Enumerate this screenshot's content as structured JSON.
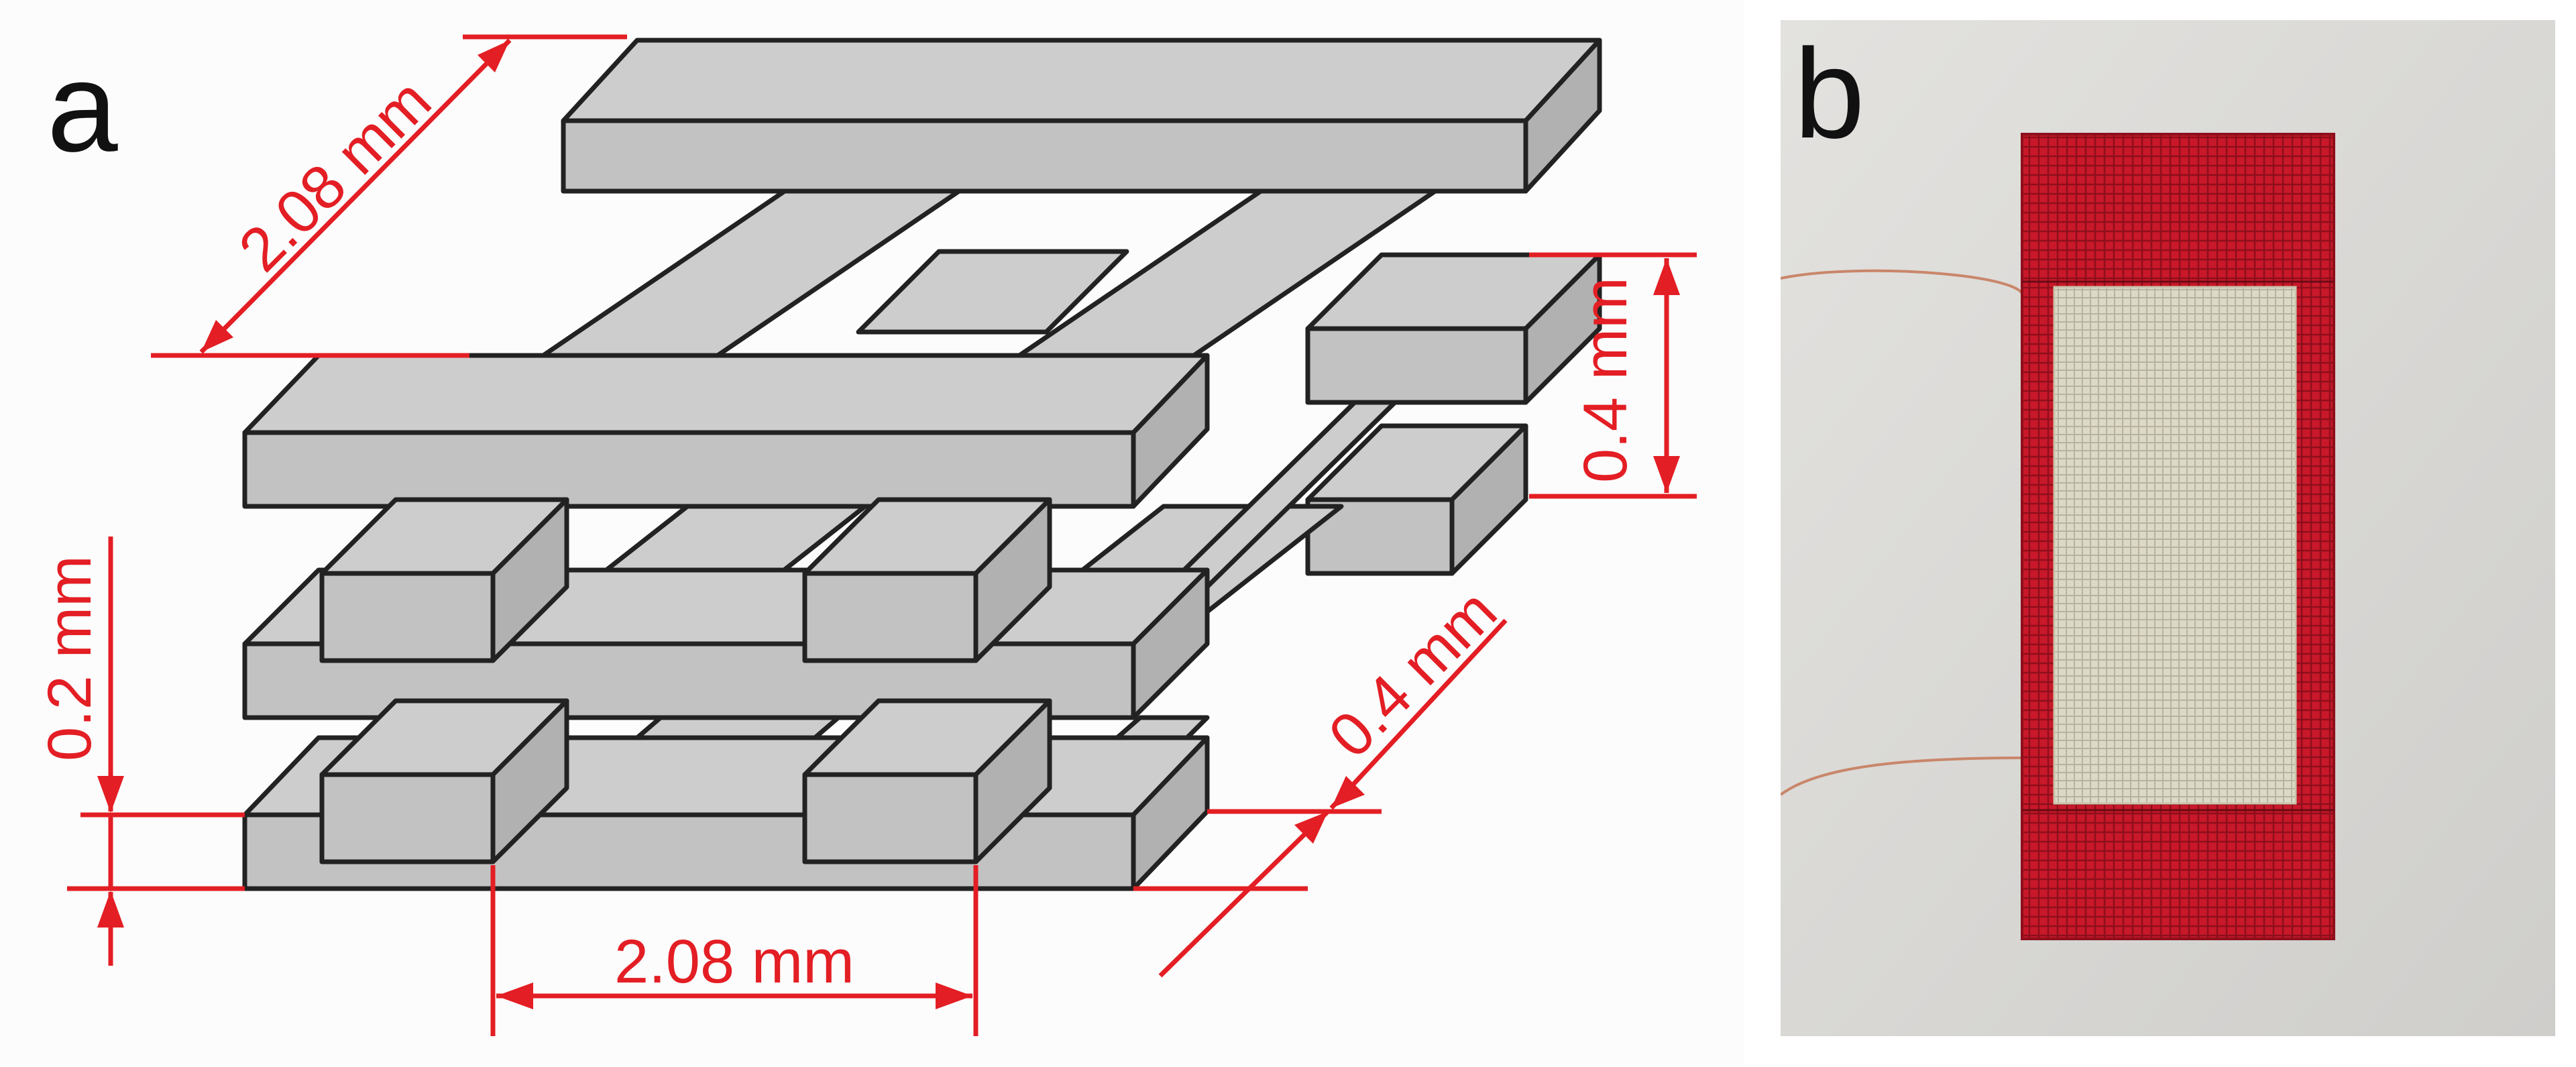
{
  "panel_a": {
    "label": "a",
    "dimensions": {
      "top_spacing": "2.08 mm",
      "layer_pitch": "0.4 mm",
      "filament_height": "0.2 mm",
      "filament_width": "0.4 mm",
      "bottom_spacing": "2.08 mm"
    }
  },
  "panel_b": {
    "label": "b"
  },
  "colors": {
    "dimension": "#e31e24",
    "beam": "#c6c6c6",
    "outline": "#222222",
    "sample_frame": "#c8182a",
    "sample_core": "#dcd9c6",
    "wire": "#c9866a"
  }
}
